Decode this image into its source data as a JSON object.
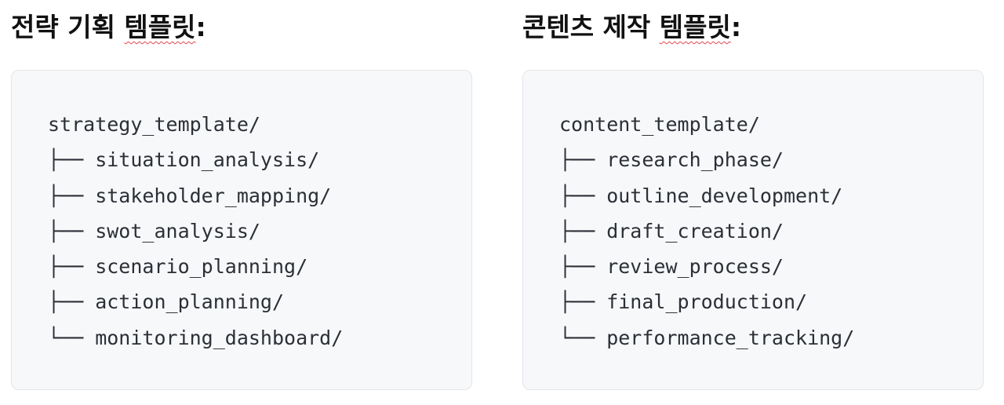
{
  "left": {
    "heading_prefix": "전략 기획 ",
    "heading_flagged": "템플릿",
    "heading_suffix": ":",
    "lines": [
      "strategy_template/",
      "├── situation_analysis/",
      "├── stakeholder_mapping/",
      "├── swot_analysis/",
      "├── scenario_planning/",
      "├── action_planning/",
      "└── monitoring_dashboard/"
    ]
  },
  "right": {
    "heading_prefix": "콘텐츠 제작 ",
    "heading_flagged": "템플릿",
    "heading_suffix": ":",
    "lines": [
      "content_template/",
      "├── research_phase/",
      "├── outline_development/",
      "├── draft_creation/",
      "├── review_process/",
      "├── final_production/",
      "└── performance_tracking/"
    ]
  },
  "colors": {
    "heading": "#111111",
    "code_text": "#2b2f36",
    "code_background": "#f7f8fa",
    "code_border": "#e2e5ea",
    "spellcheck_underline": "#e0474c"
  }
}
